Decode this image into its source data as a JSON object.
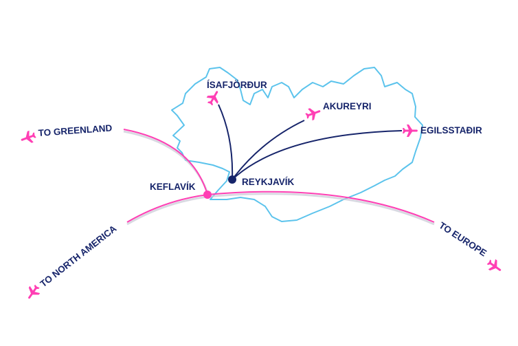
{
  "colors": {
    "international_route": "#ff3fb4",
    "domestic_route": "#16246a",
    "coastline": "#5bc3ec",
    "label": "#16246a",
    "plane": "#ff3fb4"
  },
  "hubs": {
    "keflavik": "KEFLAVÍK",
    "reykjavik": "REYKJAVÍK"
  },
  "domestic_destinations": [
    "ÍSAFJÖRÐUR",
    "AKUREYRI",
    "EGILSSTAÐIR"
  ],
  "international_destinations": [
    "TO GREENLAND",
    "TO NORTH AMERICA",
    "TO EUROPE"
  ],
  "icons": {
    "destination": "airplane-icon",
    "hub": "dot-marker"
  }
}
